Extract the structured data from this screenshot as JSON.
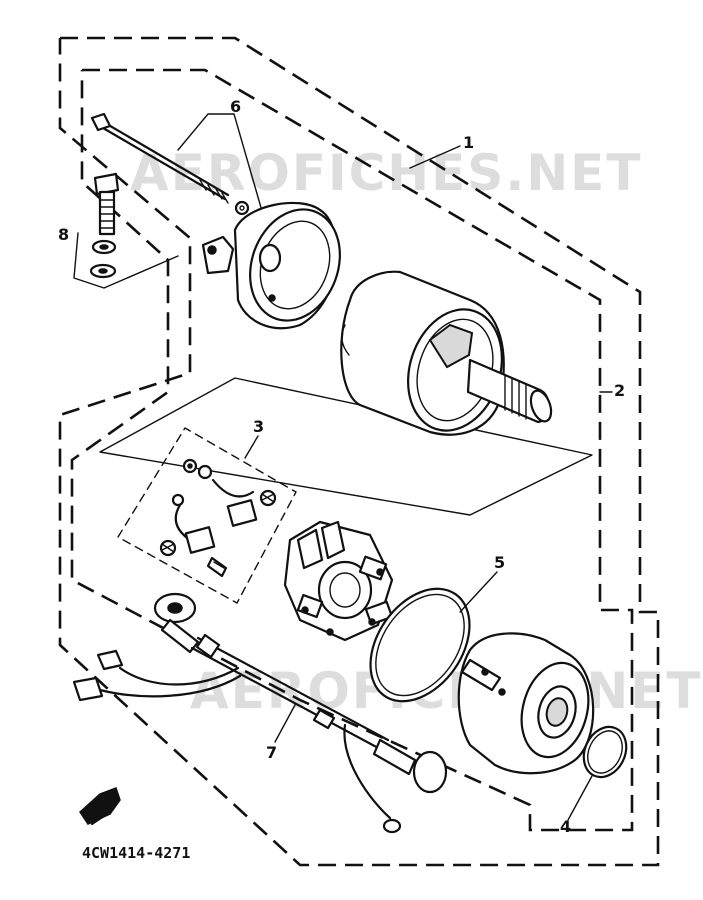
{
  "diagram": {
    "callouts": [
      "1",
      "2",
      "3",
      "4",
      "5",
      "6",
      "7",
      "8"
    ],
    "watermark": "AEROFICHES.NET",
    "drawing_code": "4CW1414-4271"
  }
}
